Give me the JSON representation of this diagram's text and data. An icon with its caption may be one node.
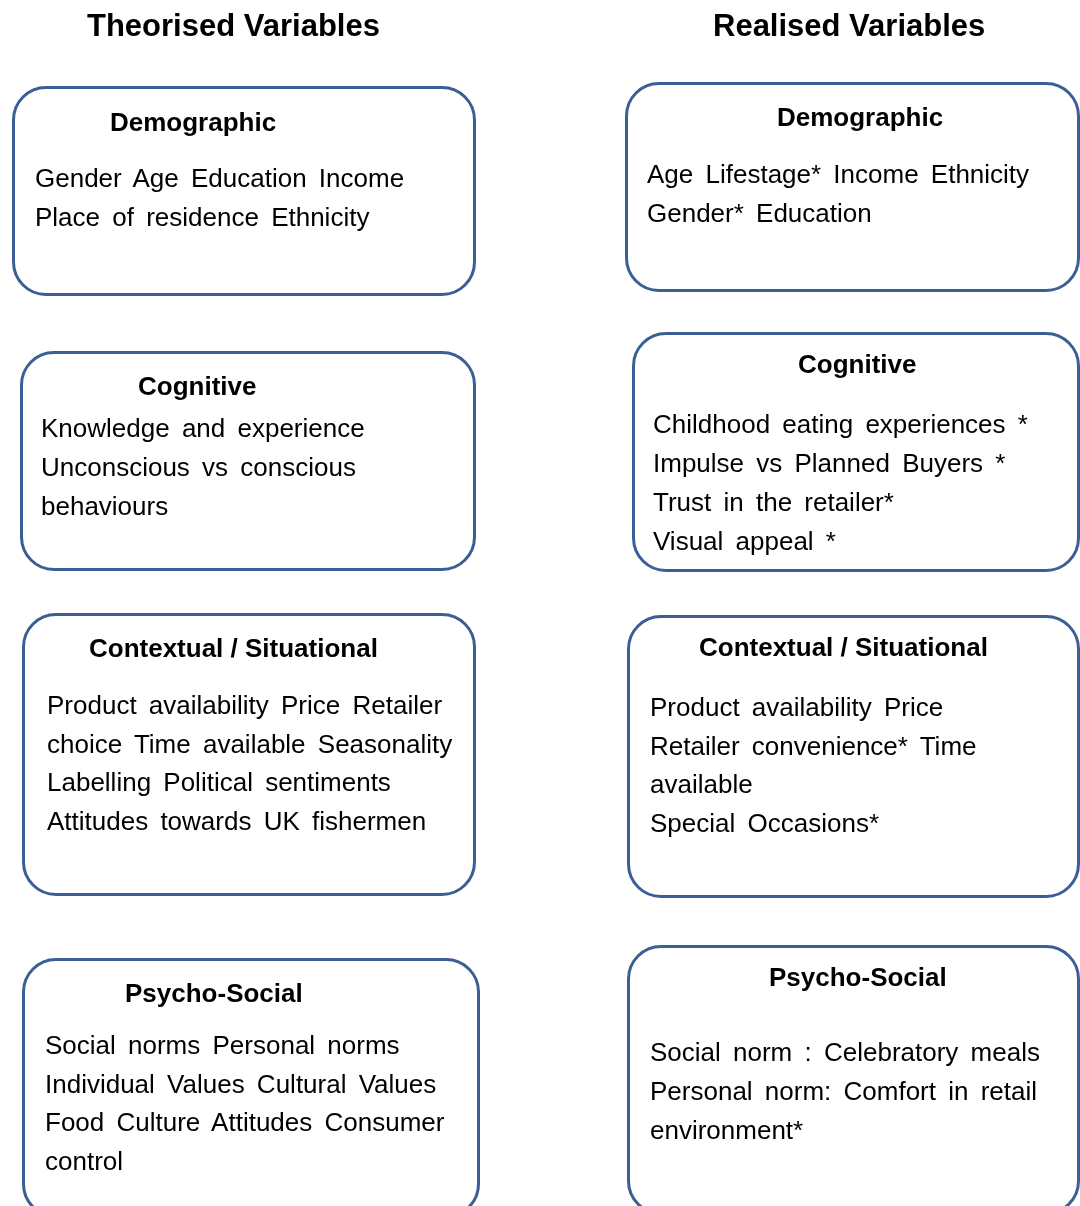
{
  "diagram": {
    "nodes": [
      {
        "text": [
          "Demographic",
          "Gender Age Education Income Place of residence Ethnicity"
        ]
      },
      {
        "text": [
          "Cognitive",
          "Knowledge and experience",
          "Unconscious vs conscious behaviours"
        ]
      },
      {
        "text": [
          "Contextual / Situational",
          "Product availability Price Retailer choice Time available Seasonality Labelling Political sentiments Attitudes towards UK fishermen"
        ]
      },
      {
        "text": [
          "Psycho-Social",
          "Social norms Personal norms Individual Values Cultural Values Food Culture Attitudes Consumer control"
        ]
      },
      {
        "text": [
          "Demographic",
          "Age Lifestage* Income Ethnicity Gender* Education"
        ]
      },
      {
        "text": [
          "Cognitive",
          "Childhood eating experiences *",
          "Impulse vs Planned Buyers *",
          "Trust in the retailer*",
          "Visual appeal *"
        ]
      },
      {
        "text": [
          "Contextual / Situational",
          "Product availability Price Retailer convenience* Time available",
          "Special Occasions*"
        ]
      },
      {
        "text": [
          "Psycho-Social",
          "Social norm : Celebratory meals",
          "Personal norm: Comfort in retail environment*"
        ]
      }
    ],
    "labels": [
      "Theorised Variables",
      "Realised Variables"
    ]
  }
}
